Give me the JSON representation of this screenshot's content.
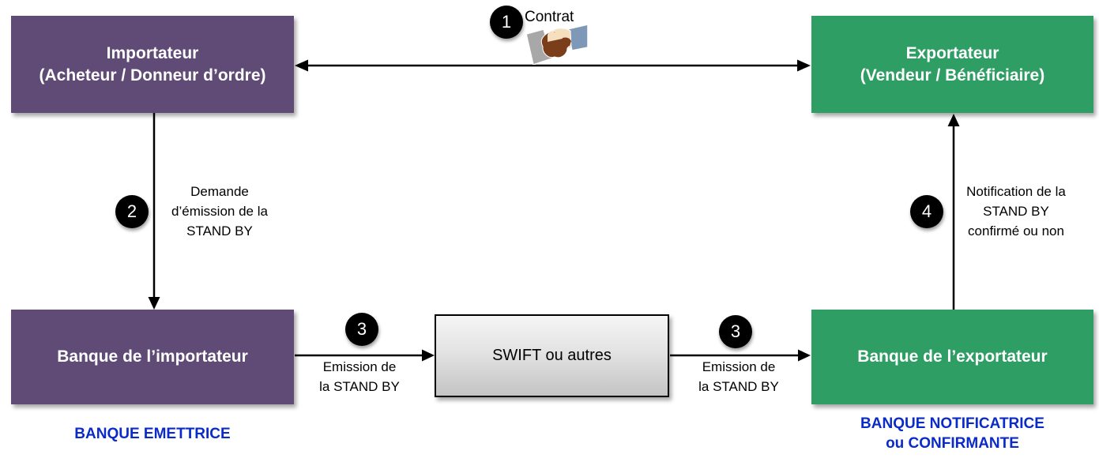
{
  "colors": {
    "importer_box": "#5F4B76",
    "exporter_box": "#2F9E64",
    "caption_blue": "#0B2BC8",
    "swift_gradient_top": "#F5F5F5",
    "swift_gradient_bottom": "#C4C4C4",
    "swift_border": "#000000",
    "arrow": "#000000",
    "circle_fill": "#000000",
    "circle_text": "#FFFFFF",
    "box_text": "#FFFFFF"
  },
  "boxes": {
    "importer": {
      "title": "Importateur",
      "subtitle": "(Acheteur / Donneur d’ordre)"
    },
    "exporter": {
      "title": "Exportateur",
      "subtitle": "(Vendeur / Bénéficiaire)"
    },
    "importer_bank": {
      "title": "Banque de l’importateur"
    },
    "exporter_bank": {
      "title": "Banque de l’exportateur"
    },
    "swift": {
      "title": "SWIFT ou autres"
    }
  },
  "captions": {
    "issuing_bank": "BANQUE EMETTRICE",
    "advising_bank": "BANQUE NOTIFICATRICE\nou CONFIRMANTE"
  },
  "steps": {
    "contract": {
      "number": "1",
      "label": "Contrat"
    },
    "request": {
      "number": "2",
      "label": "Demande\nd’émission de la\nSTAND BY"
    },
    "issue_left": {
      "number": "3",
      "label": "Emission de\nla STAND BY"
    },
    "issue_right": {
      "number": "3",
      "label": "Emission de\nla STAND BY"
    },
    "notify": {
      "number": "4",
      "label": "Notification de la\nSTAND BY\nconfirmé ou non"
    }
  },
  "icons": {
    "handshake": "handshake-icon",
    "handshake_colors": {
      "left_sleeve": "#A8A8A8",
      "right_sleeve": "#7E99B7",
      "dark_hand": "#7B3E1B",
      "light_hand": "#F6DFBE"
    }
  }
}
